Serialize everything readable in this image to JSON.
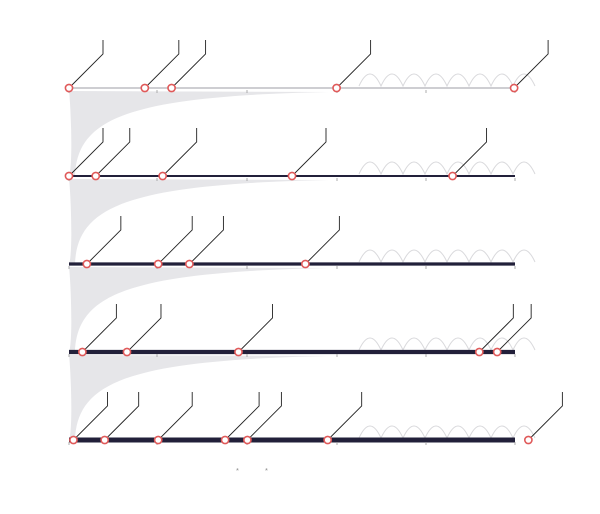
{
  "legend": {
    "item1_marker": "*",
    "item1_text": "",
    "item2_marker": "*",
    "item2_text": ""
  },
  "tracks": [
    {
      "axis_label": "",
      "ticks": [
        "",
        "",
        "",
        "",
        "",
        ""
      ],
      "markers": [
        {
          "position": 0.0,
          "label": ""
        },
        {
          "position": 0.17,
          "label": ""
        },
        {
          "position": 0.23,
          "label": ""
        },
        {
          "position": 0.6,
          "label": ""
        },
        {
          "position": 0.998,
          "label": ""
        }
      ]
    },
    {
      "axis_label": "",
      "ticks": [
        "",
        "",
        "",
        "",
        "",
        ""
      ],
      "markers": [
        {
          "position": 0.0,
          "label": ""
        },
        {
          "position": 0.06,
          "label": ""
        },
        {
          "position": 0.21,
          "label": ""
        },
        {
          "position": 0.5,
          "label": ""
        },
        {
          "position": 0.86,
          "label": ""
        }
      ]
    },
    {
      "axis_label": "",
      "ticks": [
        "",
        "",
        "",
        "",
        "",
        ""
      ],
      "markers": [
        {
          "position": 0.04,
          "label": ""
        },
        {
          "position": 0.2,
          "label": ""
        },
        {
          "position": 0.27,
          "label": ""
        },
        {
          "position": 0.53,
          "label": ""
        }
      ]
    },
    {
      "axis_label": "",
      "ticks": [
        "",
        "",
        "",
        "",
        "",
        ""
      ],
      "markers": [
        {
          "position": 0.03,
          "label": ""
        },
        {
          "position": 0.13,
          "label": ""
        },
        {
          "position": 0.38,
          "label": ""
        },
        {
          "position": 0.92,
          "label": ""
        },
        {
          "position": 0.96,
          "label": ""
        }
      ]
    },
    {
      "axis_label": "",
      "ticks": [
        "",
        "",
        "",
        "",
        "",
        ""
      ],
      "markers": [
        {
          "position": 0.01,
          "label": ""
        },
        {
          "position": 0.08,
          "label": ""
        },
        {
          "position": 0.2,
          "label": ""
        },
        {
          "position": 0.35,
          "label": ""
        },
        {
          "position": 0.4,
          "label": ""
        },
        {
          "position": 0.58,
          "label": ""
        },
        {
          "position": 1.03,
          "label": ""
        }
      ]
    }
  ],
  "colors": {
    "axis_dark": "#22203a",
    "axis_light": "#b0b0b8",
    "marker_stroke": "#e05a5a",
    "marker_fill": "#ffffff",
    "leader": "#222222",
    "band_fill": "#e6e6e9",
    "ghost_line": "#d9d9dc",
    "text_dark": "#444444",
    "text_light": "#9a9a9a"
  }
}
